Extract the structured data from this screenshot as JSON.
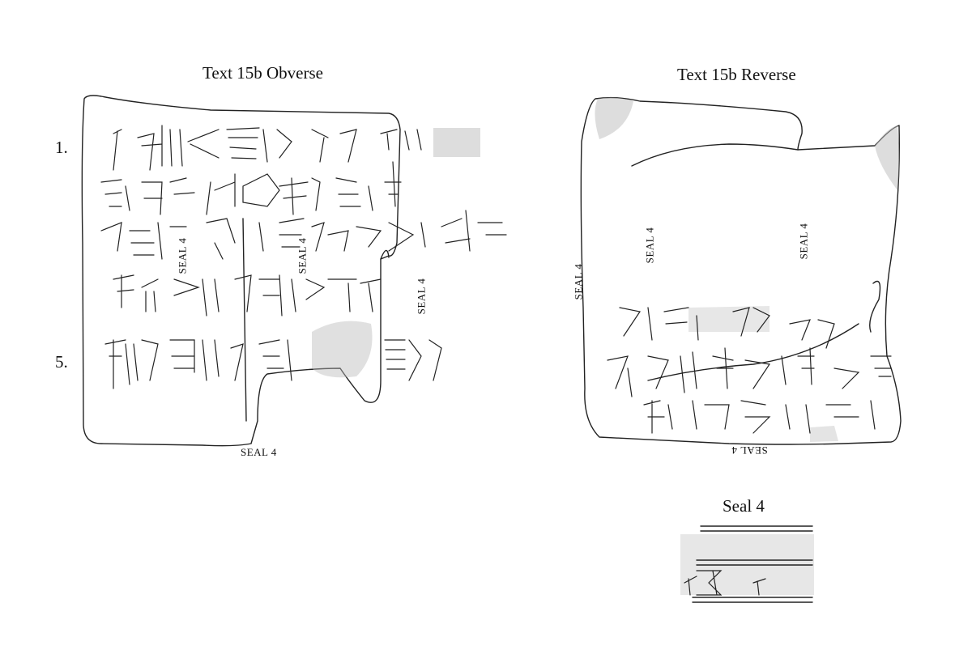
{
  "obverse": {
    "title": "Text 15b Obverse",
    "line_numbers": [
      "1.",
      "5."
    ],
    "seal_labels": [
      "SEAL 4",
      "SEAL 4",
      "SEAL 4",
      "SEAL 4"
    ]
  },
  "reverse": {
    "title": "Text 15b Reverse",
    "seal_labels": [
      "SEAL 4",
      "SEAL 4",
      "SEAL 4",
      "SEAL 4"
    ]
  },
  "seal": {
    "title": "Seal 4"
  }
}
